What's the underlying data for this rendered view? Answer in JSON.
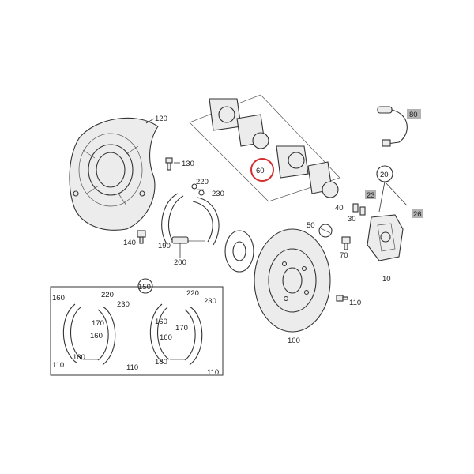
{
  "labels": {
    "l120": "120",
    "l130": "130",
    "l140": "140",
    "l190": "190",
    "l200": "200",
    "l220a": "220",
    "l230a": "230",
    "l60": "60",
    "l80": "80",
    "l20": "20",
    "l23": "23",
    "l26": "26",
    "l50": "50",
    "l40": "40",
    "l30": "30",
    "l70": "70",
    "l10": "10",
    "l100": "100",
    "l110a": "110",
    "l150": "150",
    "l160a": "160",
    "l220b": "220",
    "l230b": "230",
    "l170a": "170",
    "l160b": "160",
    "l180a": "180",
    "l110b": "110",
    "l110c": "110",
    "l220c": "220",
    "l230c": "230",
    "l170b": "170",
    "l160c": "160",
    "l180b": "180",
    "l110d": "110",
    "l160d": "160"
  },
  "highlight": {
    "label": "60",
    "color": "#d32f2f"
  },
  "tag_color": "#b3b3b3"
}
